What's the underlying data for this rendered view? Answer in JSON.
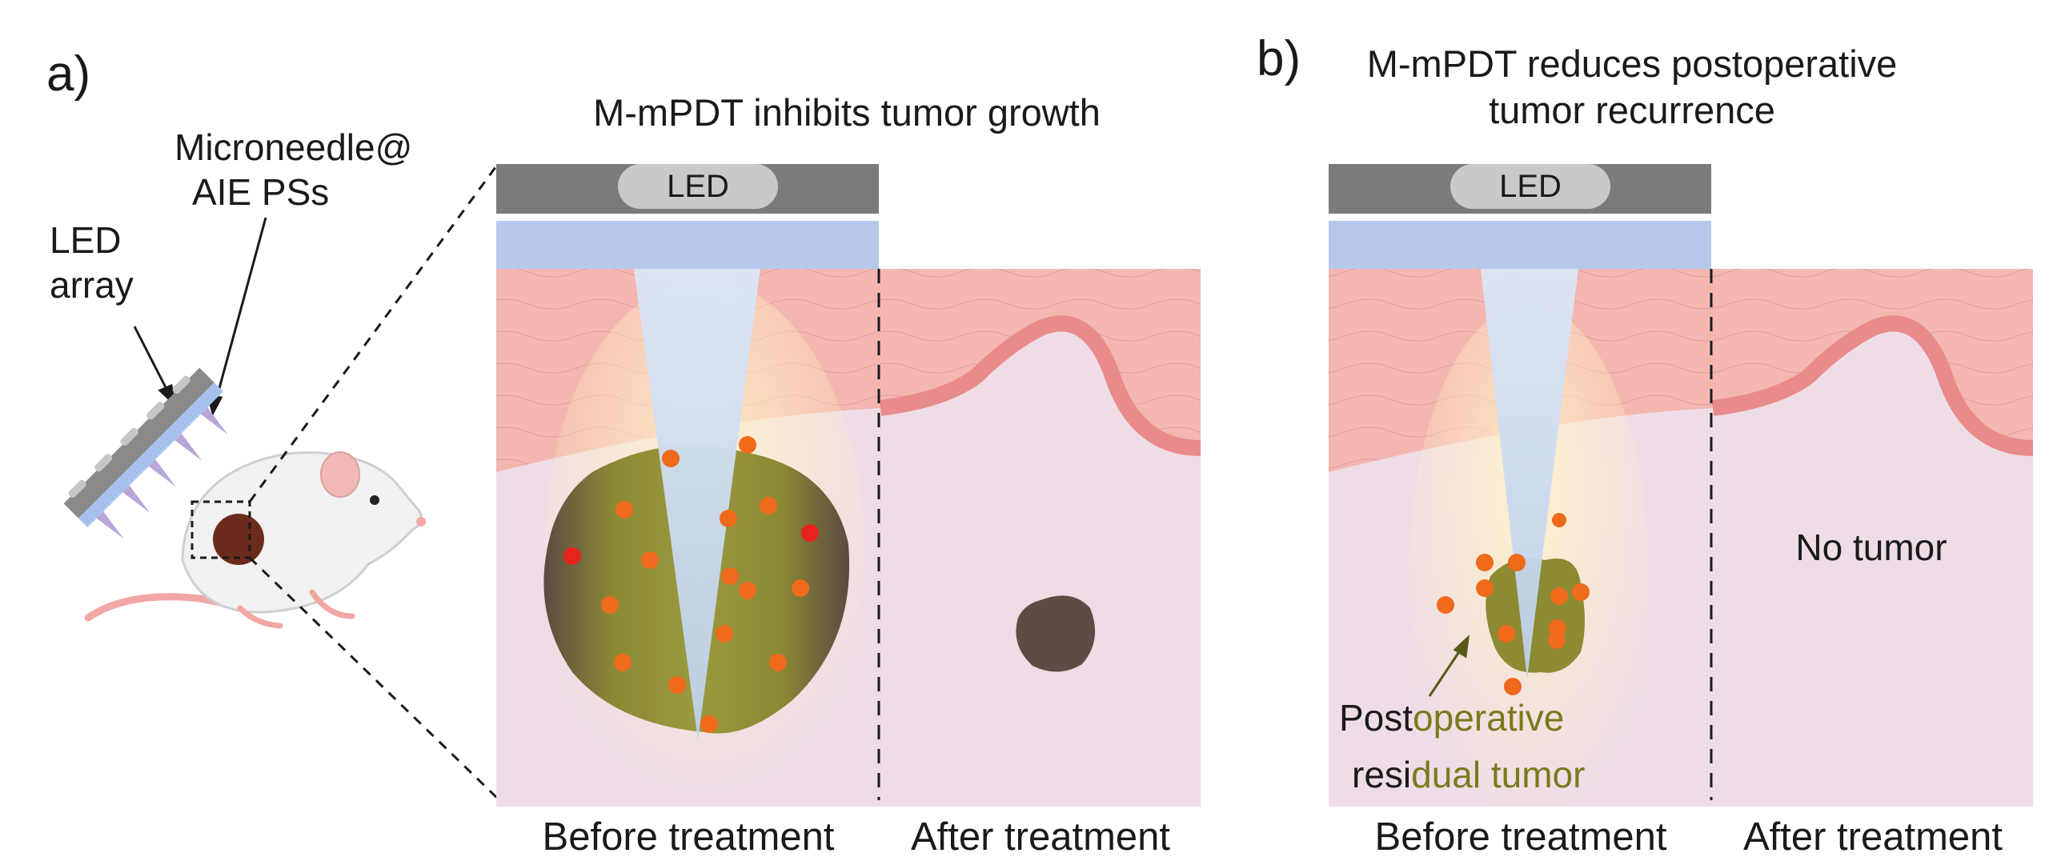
{
  "panel_a": {
    "letter": "a)",
    "title": "M-mPDT inhibits tumor growth",
    "label_microneedle_line1": "Microneedle@",
    "label_microneedle_line2": "AIE PSs",
    "label_led_line1": "LED",
    "label_led_line2": "array",
    "led_label": "LED",
    "caption_before": "Before treatment",
    "caption_after": "After treatment"
  },
  "panel_b": {
    "letter": "b)",
    "title_line1": "M-mPDT reduces postoperative",
    "title_line2": "tumor recurrence",
    "led_label": "LED",
    "no_tumor": "No tumor",
    "residual_line1_a": "Post",
    "residual_line1_b": "operative",
    "residual_line2_a": "resi",
    "residual_line2_b": "dual tumor",
    "caption_before": "Before treatment",
    "caption_after": "After treatment"
  },
  "colors": {
    "led_bar": "#7b7b7b",
    "led_pill": "#c9c9c9",
    "light_band": "#b6c9ec",
    "skin": "#f3b3ad",
    "skin_dark": "#e98b8b",
    "tissue": "#eedde6",
    "tumor_olive": "#8c8a32",
    "tumor_brown": "#5e4b43",
    "dots": "#f06a1c",
    "dots_red": "#e8221c"
  }
}
